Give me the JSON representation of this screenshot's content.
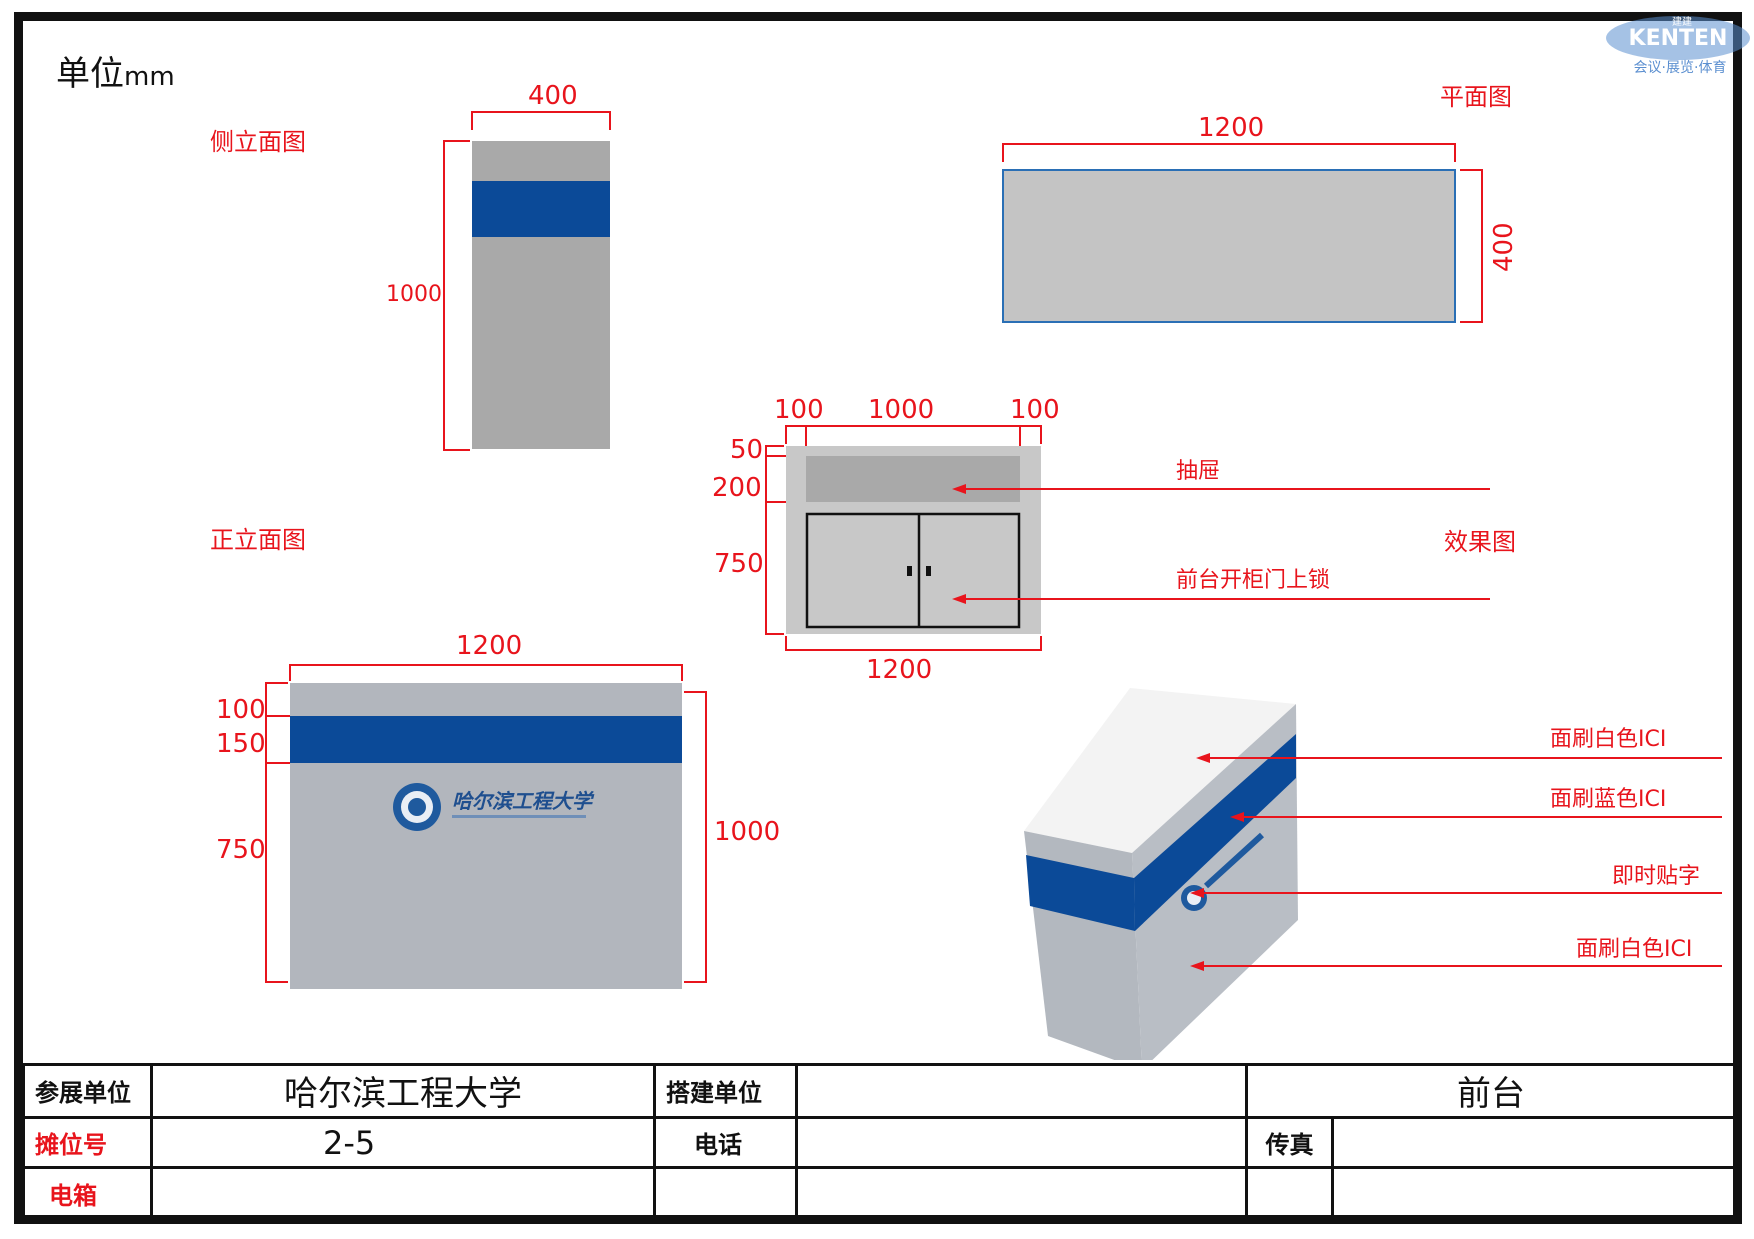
{
  "unit_label": "单位",
  "unit_suffix": "mm",
  "logo": {
    "brand": "KENTEN",
    "small": "建建",
    "tagline": "会议·展览·体育"
  },
  "views": {
    "side": "侧立面图",
    "plan": "平面图",
    "front": "正立面图",
    "effect": "效果图"
  },
  "dims": {
    "side_width": "400",
    "side_height": "1000",
    "plan_width": "1200",
    "plan_depth": "400",
    "front_width": "1200",
    "front_top": "100",
    "front_band": "150",
    "front_lower": "750",
    "front_height": "1000",
    "inner_left": "100",
    "inner_mid": "1000",
    "inner_right": "100",
    "inner_top": "50",
    "inner_drawer": "200",
    "inner_cabinet": "750",
    "inner_width": "1200"
  },
  "callouts": {
    "drawer": "抽屉",
    "lock": "前台开柜门上锁",
    "white_top": "面刷白色ICI",
    "blue": "面刷蓝色ICI",
    "sticker": "即时贴字",
    "white_side": "面刷白色ICI"
  },
  "colors": {
    "accent": "#e8141c",
    "blue": "#0b4a98",
    "gray": "#c4c4c4"
  },
  "table": {
    "exhibitor_label": "参展单位",
    "exhibitor_value": "哈尔滨工程大学",
    "builder_label": "搭建单位",
    "builder_value": "",
    "item": "前台",
    "booth_label": "摊位号",
    "booth_value": "2-5",
    "phone_label": "电话",
    "phone_value": "",
    "fax_label": "传真",
    "fax_value": "",
    "power_label": "电箱",
    "power_value": ""
  }
}
